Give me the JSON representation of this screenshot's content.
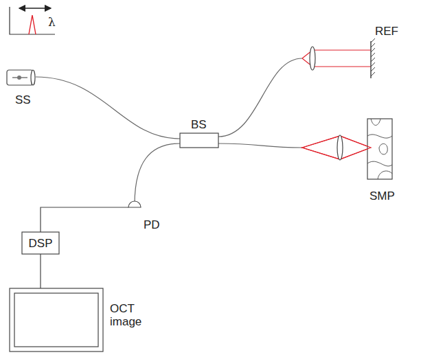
{
  "diagram": {
    "nodes": [
      {
        "text": [
          "SS"
        ]
      },
      {
        "text": [
          "BS"
        ]
      },
      {
        "text": [
          "REF"
        ]
      },
      {
        "text": [
          "SMP"
        ]
      },
      {
        "text": [
          "PD"
        ]
      },
      {
        "text": [
          "DSP"
        ]
      },
      {
        "text": [
          "OCT image"
        ]
      }
    ],
    "edges": [
      {
        "from": 0,
        "to": 1,
        "arrow": "none"
      },
      {
        "from": 1,
        "to": 2,
        "arrow": "none"
      },
      {
        "from": 1,
        "to": 3,
        "arrow": "none"
      },
      {
        "from": 1,
        "to": 4,
        "arrow": "none"
      },
      {
        "from": 4,
        "to": 5,
        "arrow": "none"
      },
      {
        "from": 5,
        "to": 6,
        "arrow": "none"
      }
    ],
    "labels": [
      "λ"
    ]
  }
}
